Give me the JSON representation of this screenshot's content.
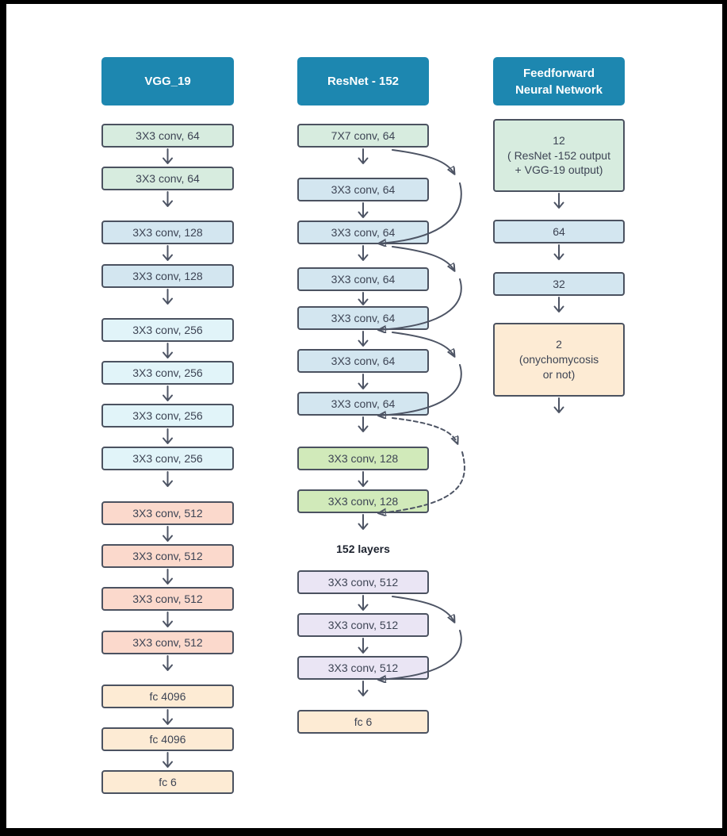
{
  "colors": {
    "header_bg": "#1d87b0",
    "header_text": "#ffffff",
    "box_border": "#4b5260",
    "arrow_stroke": "#4d5464",
    "text": "#3d4454",
    "green": "#d7ecdf",
    "blue": "#d3e6f0",
    "cyan": "#e1f4f9",
    "salmon": "#fbd9cc",
    "peach": "#fdebd4",
    "lime": "#d1eaba",
    "lavender": "#eae5f4"
  },
  "columns": {
    "vgg": {
      "title": "VGG_19",
      "layers": [
        {
          "label": "3X3 conv, 64",
          "color": "green"
        },
        {
          "label": "3X3 conv, 64",
          "color": "green"
        },
        {
          "label": "3X3 conv, 128",
          "color": "blue"
        },
        {
          "label": "3X3 conv, 128",
          "color": "blue"
        },
        {
          "label": "3X3 conv, 256",
          "color": "cyan"
        },
        {
          "label": "3X3 conv, 256",
          "color": "cyan"
        },
        {
          "label": "3X3 conv, 256",
          "color": "cyan"
        },
        {
          "label": "3X3 conv, 256",
          "color": "cyan"
        },
        {
          "label": "3X3 conv, 512",
          "color": "salmon"
        },
        {
          "label": "3X3 conv, 512",
          "color": "salmon"
        },
        {
          "label": "3X3 conv, 512",
          "color": "salmon"
        },
        {
          "label": "3X3 conv, 512",
          "color": "salmon"
        },
        {
          "label": "fc 4096",
          "color": "peach"
        },
        {
          "label": "fc 4096",
          "color": "peach"
        },
        {
          "label": "fc 6",
          "color": "peach"
        }
      ]
    },
    "resnet": {
      "title": "ResNet - 152",
      "note": "152 layers",
      "layers": [
        {
          "label": "7X7 conv, 64",
          "color": "green"
        },
        {
          "label": "3X3 conv, 64",
          "color": "blue"
        },
        {
          "label": "3X3 conv, 64",
          "color": "blue"
        },
        {
          "label": "3X3 conv, 64",
          "color": "blue"
        },
        {
          "label": "3X3 conv, 64",
          "color": "blue"
        },
        {
          "label": "3X3 conv, 64",
          "color": "blue"
        },
        {
          "label": "3X3 conv, 64",
          "color": "blue"
        },
        {
          "label": "3X3 conv, 128",
          "color": "lime"
        },
        {
          "label": "3X3 conv, 128",
          "color": "lime"
        },
        {
          "label": "3X3 conv, 512",
          "color": "lavender"
        },
        {
          "label": "3X3 conv, 512",
          "color": "lavender"
        },
        {
          "label": "3X3 conv, 512",
          "color": "lavender"
        },
        {
          "label": "fc 6",
          "color": "peach"
        }
      ]
    },
    "ffn": {
      "title": "Feedforward\nNeural Network",
      "layers": [
        {
          "label": "12\n( ResNet -152 output\n+ VGG-19 output)",
          "color": "green"
        },
        {
          "label": "64",
          "color": "blue"
        },
        {
          "label": "32",
          "color": "blue"
        },
        {
          "label": "2\n(onychomycosis\nor not)",
          "color": "peach"
        }
      ]
    }
  }
}
